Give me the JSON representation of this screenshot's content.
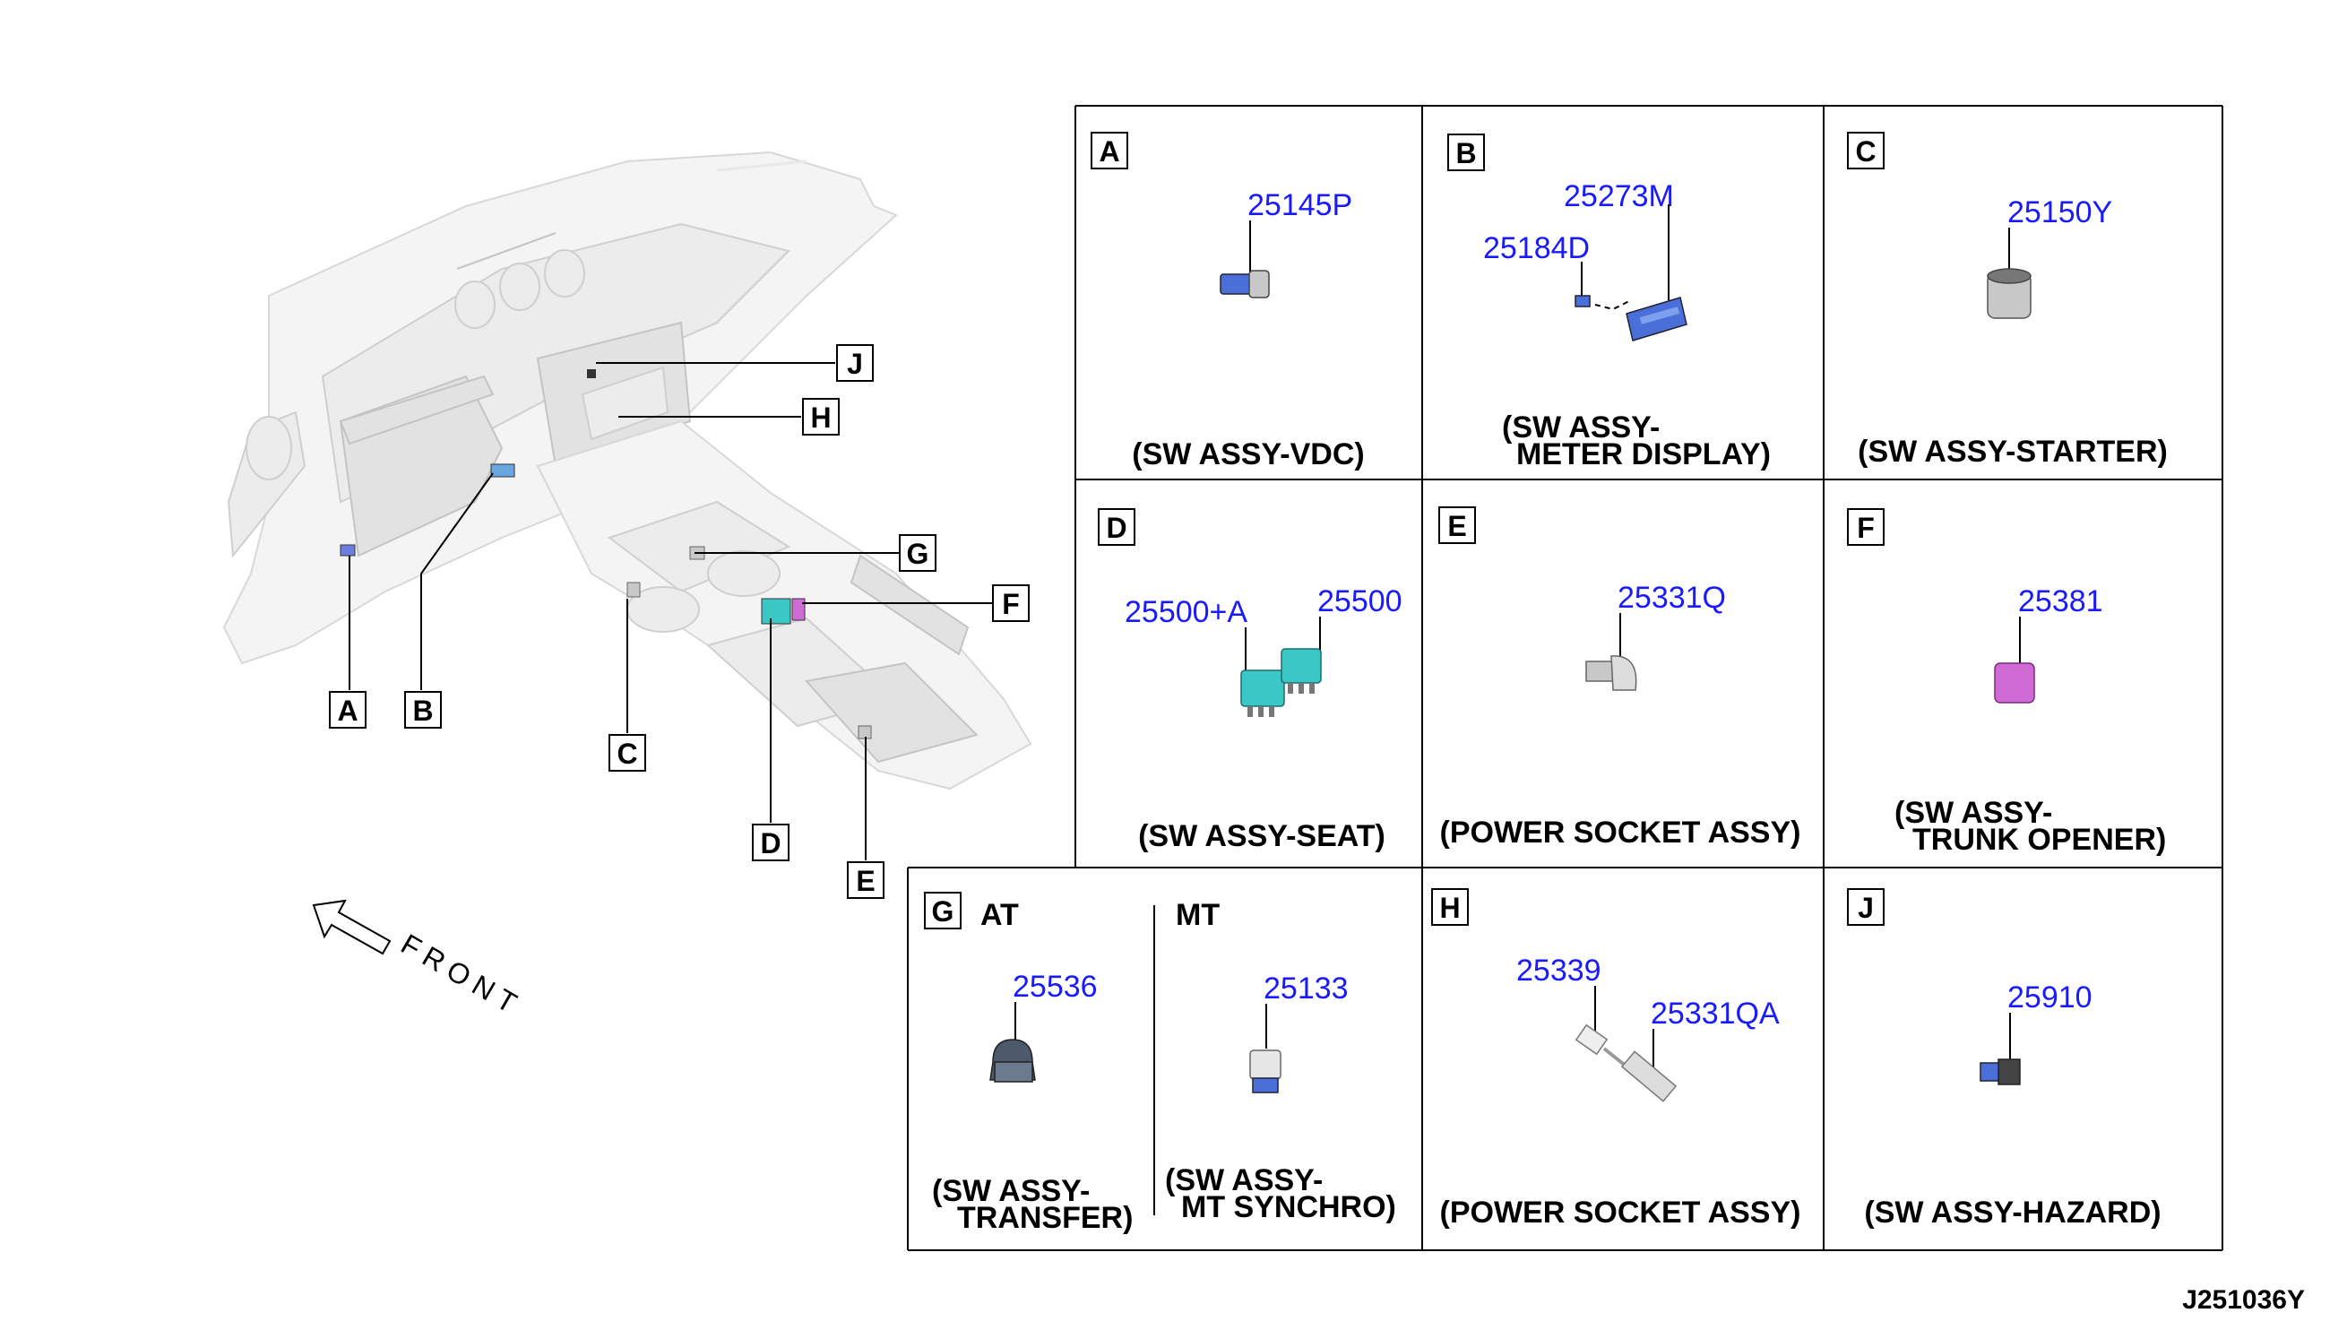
{
  "diagram_code": "J251036Y",
  "front_label": "FRONT",
  "callouts": [
    "A",
    "B",
    "C",
    "D",
    "E",
    "F",
    "G",
    "H",
    "J"
  ],
  "panels": {
    "A": {
      "letter": "A",
      "parts": [
        "25145P"
      ],
      "caption_lines": [
        "(SW ASSY-VDC)"
      ]
    },
    "B": {
      "letter": "B",
      "parts": [
        "25273M",
        "25184D"
      ],
      "caption_lines": [
        "(SW ASSY-",
        "METER DISPLAY)"
      ]
    },
    "C": {
      "letter": "C",
      "parts": [
        "25150Y"
      ],
      "caption_lines": [
        "(SW ASSY-STARTER)"
      ]
    },
    "D": {
      "letter": "D",
      "parts": [
        "25500+A",
        "25500"
      ],
      "caption_lines": [
        "(SW ASSY-SEAT)"
      ]
    },
    "E": {
      "letter": "E",
      "parts": [
        "25331Q"
      ],
      "caption_lines": [
        "(POWER SOCKET ASSY)"
      ]
    },
    "F": {
      "letter": "F",
      "parts": [
        "25381"
      ],
      "caption_lines": [
        "(SW ASSY-",
        "TRUNK OPENER)"
      ]
    },
    "G": {
      "letter": "G",
      "at": {
        "label": "AT",
        "part": "25536",
        "caption_lines": [
          "(SW ASSY-",
          "TRANSFER)"
        ]
      },
      "mt": {
        "label": "MT",
        "part": "25133",
        "caption_lines": [
          "(SW ASSY-",
          "MT SYNCHRO)"
        ]
      }
    },
    "H": {
      "letter": "H",
      "parts": [
        "25339",
        "25331QA"
      ],
      "caption_lines": [
        "(POWER SOCKET ASSY)"
      ]
    },
    "J": {
      "letter": "J",
      "parts": [
        "25910"
      ],
      "caption_lines": [
        "(SW ASSY-HAZARD)"
      ]
    }
  },
  "colors": {
    "part_number": "#1a1aff",
    "switch_blue": "#4a6fd8",
    "seat_teal": "#3cc7c7",
    "opener_pink": "#d06bd6",
    "metal_grey": "#c8c8c8",
    "dark_slate": "#4d5a6b"
  }
}
